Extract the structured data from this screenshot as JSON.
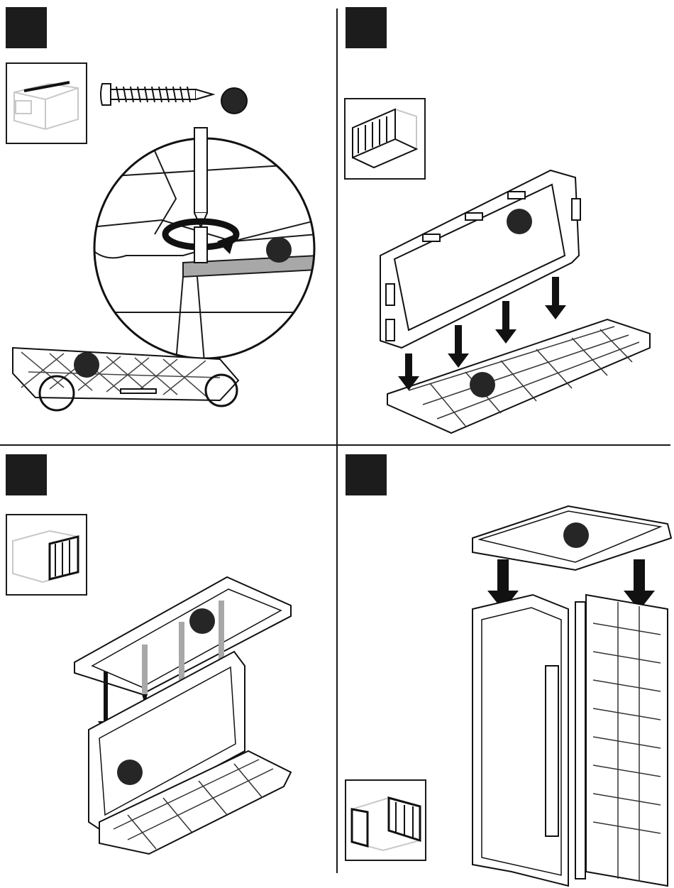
{
  "panels": [
    {
      "id": "step-a",
      "step_number": "",
      "part_markers": [
        ""
      ],
      "callout": "screw-fastening"
    },
    {
      "id": "step-b",
      "step_number": "",
      "part_markers": [
        "",
        ""
      ],
      "callout": "panel-into-base"
    },
    {
      "id": "step-c",
      "step_number": "",
      "part_markers": [
        "",
        ""
      ],
      "callout": "back-panel"
    },
    {
      "id": "step-d",
      "step_number": "",
      "part_markers": [
        ""
      ],
      "callout": "lid-placement"
    }
  ],
  "colors": {
    "ink": "#1a1a1a",
    "step_box": "#1c1c1c",
    "marker": "#262626",
    "gray_arrow": "#a8a8a8",
    "background": "#ffffff"
  },
  "icons": [
    "screw-icon",
    "rotate-arrow-icon",
    "screwdriver-icon",
    "down-arrow-icon"
  ]
}
